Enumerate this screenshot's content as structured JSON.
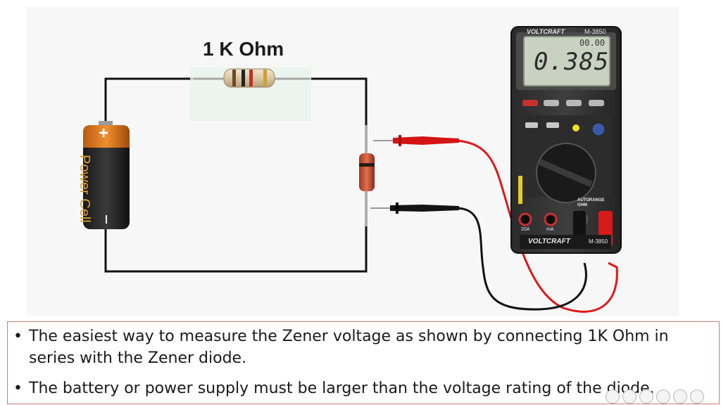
{
  "resistor": {
    "label": "1 K Ohm"
  },
  "battery": {
    "label": "Power Cell",
    "positive_symbol": "+"
  },
  "multimeter": {
    "brand": "VOLTCRAFT",
    "model": "M-3850",
    "brand_bottom": "VOLTCRAFT",
    "model_bottom": "M-3850",
    "reading": "0.385",
    "small_reading": "00.00",
    "mode_label": "AUTORANGE OHM",
    "jack_labels": [
      "20A",
      "mA"
    ]
  },
  "bullets": [
    "The easiest way to measure the Zener voltage as shown by connecting 1K Ohm in series with the Zener diode.",
    "The battery or power supply must be larger than the voltage rating of the diode."
  ],
  "bullet_symbol": "•"
}
